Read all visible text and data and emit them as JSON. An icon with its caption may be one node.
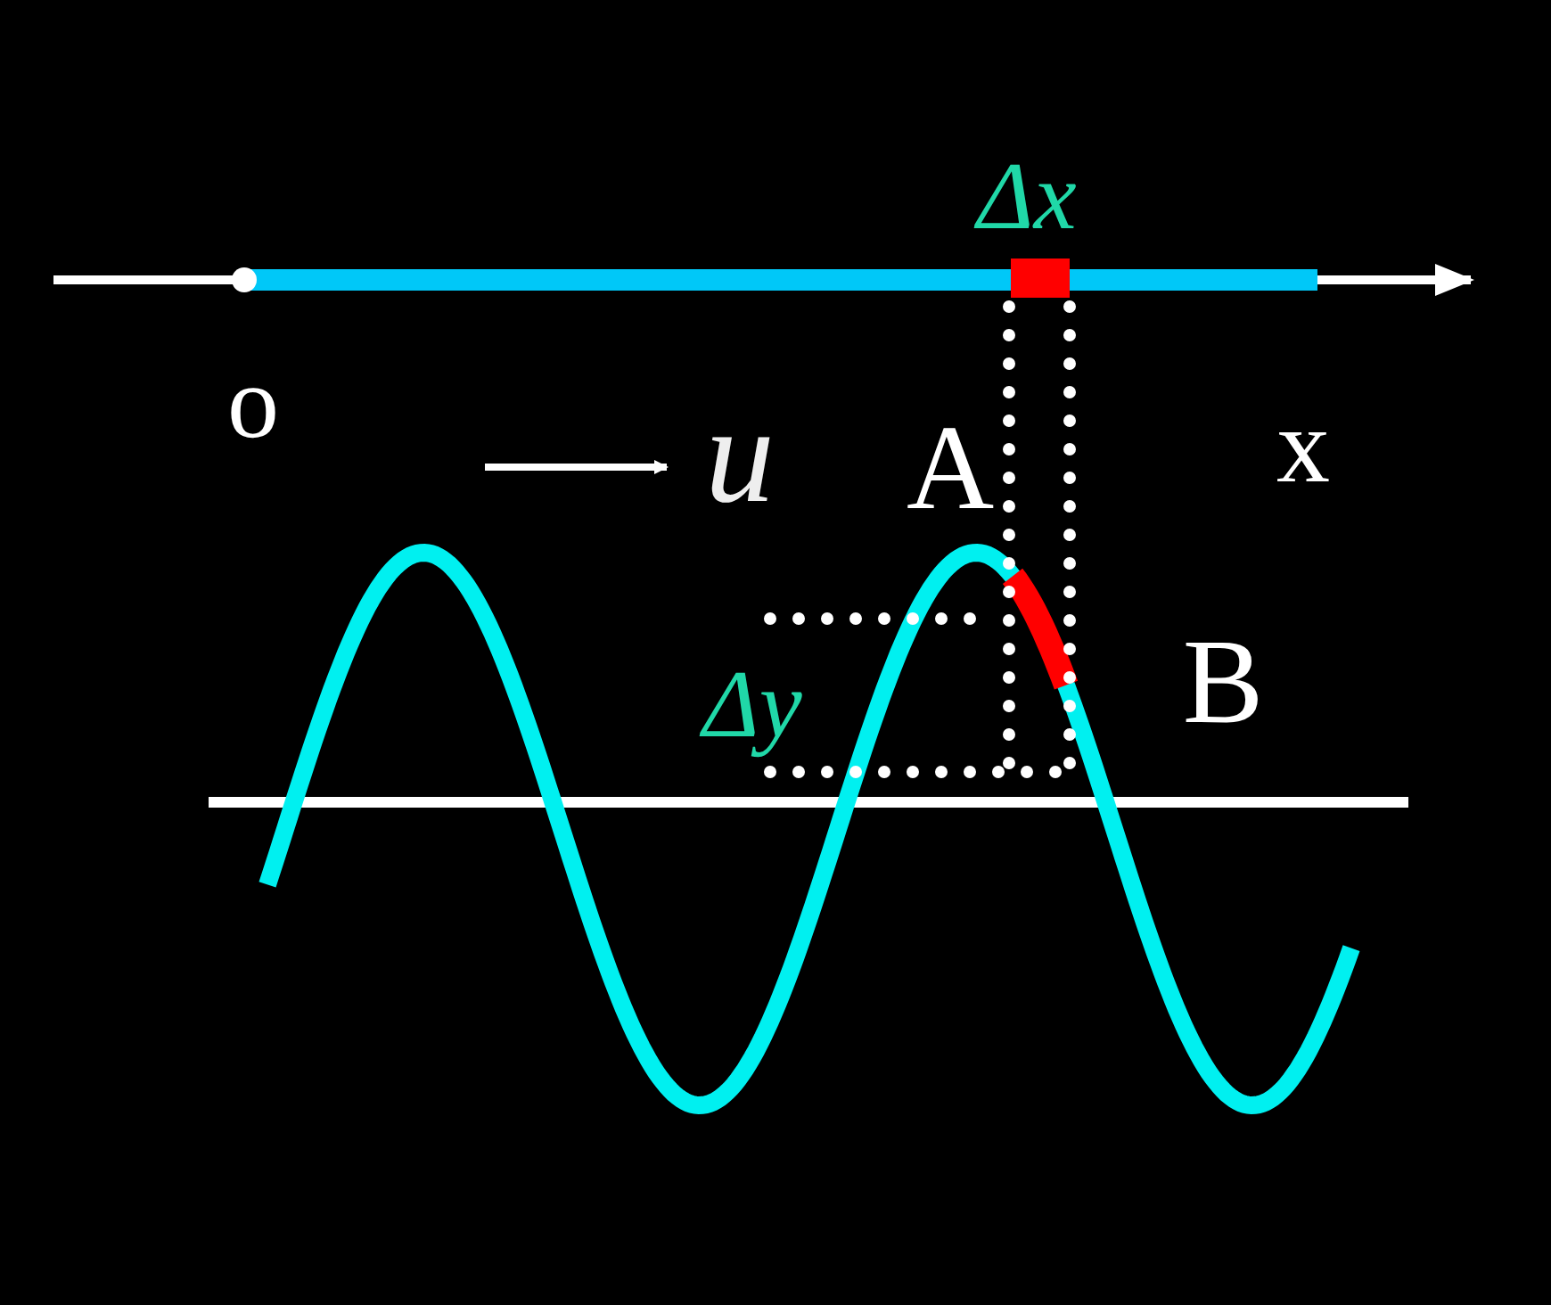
{
  "diagram": {
    "labels": [
      "Δx",
      "o",
      "u",
      "A",
      "x",
      "B",
      "Δy"
    ]
  }
}
